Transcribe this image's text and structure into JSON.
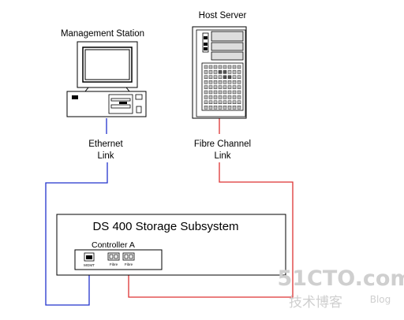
{
  "labels": {
    "management_station": "Management Station",
    "host_server": "Host Server",
    "ethernet_line1": "Ethernet",
    "ethernet_line2": "Link",
    "fibre_line1": "Fibre Channel",
    "fibre_line2": "Link",
    "storage_title": "DS 400 Storage Subsystem",
    "controller": "Controller A",
    "port_mgmt": "MGMT",
    "port_fibre1": "Fibre",
    "port_fibre2": "Fibre"
  },
  "watermark": {
    "brand": "51CTO.com",
    "sub": "技术博客",
    "blog": "Blog"
  },
  "colors": {
    "ethernet_link": "#2233cc",
    "fibre_link": "#dd3333",
    "outline": "#000000",
    "watermark": "#cccccc"
  }
}
